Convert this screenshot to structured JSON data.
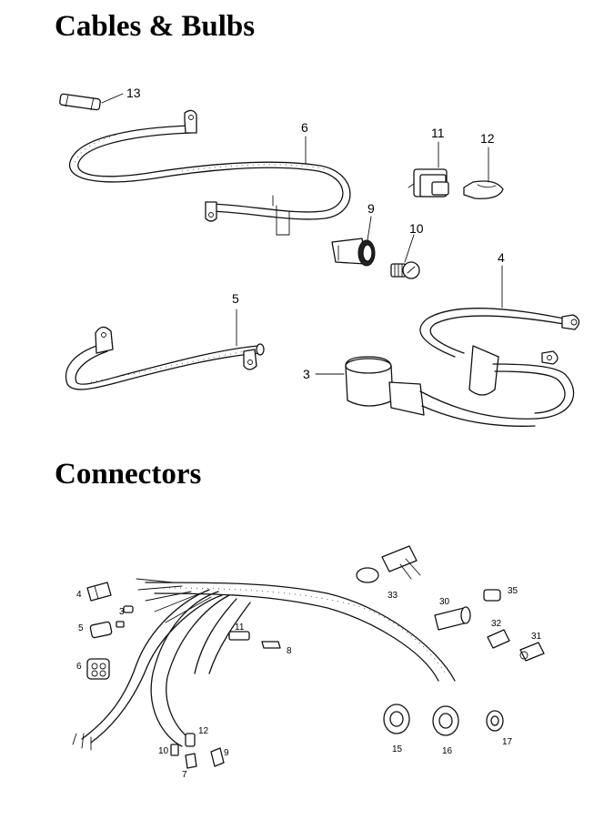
{
  "sections": {
    "cables_bulbs": "Cables & Bulbs",
    "connectors": "Connectors"
  },
  "callouts_top": {
    "n13": "13",
    "n6": "6",
    "n11": "11",
    "n12": "12",
    "n9": "9",
    "n10": "10",
    "n4": "4",
    "n5": "5",
    "n3": "3"
  },
  "callouts_bottom": {
    "n4": "4",
    "n3": "3",
    "n5": "5",
    "n6": "6",
    "n11": "11",
    "n8": "8",
    "n12": "12",
    "n10": "10",
    "n9": "9",
    "n7": "7",
    "n33": "33",
    "n30": "30",
    "n35": "35",
    "n32": "32",
    "n31": "31",
    "n15": "15",
    "n16": "16",
    "n17": "17"
  }
}
